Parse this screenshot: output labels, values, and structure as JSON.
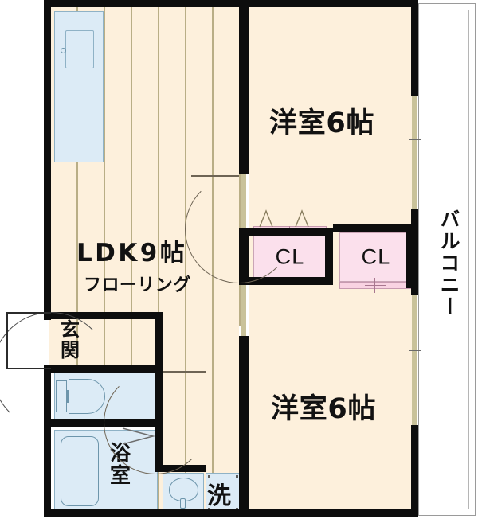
{
  "plan": {
    "type": "japanese-apartment-floor-plan",
    "layout_code": "2LDK",
    "colors": {
      "wall": "#0d0d0d",
      "room_floor": "#fdf0dc",
      "water_fixture": "#dcebf6",
      "closet": "#fbe0ec",
      "balcony": "#ffffff",
      "thin_wall": "#c9c29a",
      "text": "#121212"
    }
  },
  "rooms": {
    "ldk": {
      "name": "LDK9帖",
      "flooring": "フローリング"
    },
    "bedroom_top": {
      "name": "洋室6帖"
    },
    "bedroom_bottom": {
      "name": "洋室6帖"
    },
    "entrance": {
      "name": "玄関"
    },
    "bathroom": {
      "name": "浴室"
    },
    "washer": {
      "name": "洗"
    },
    "balcony": {
      "name": "バルコニー"
    }
  },
  "closets": [
    {
      "name": "CL",
      "door_type": "folding"
    },
    {
      "name": "CL",
      "door_type": "sliding"
    }
  ],
  "fixtures": [
    {
      "name": "kitchen-sink-counter"
    },
    {
      "name": "toilet"
    },
    {
      "name": "bathtub"
    },
    {
      "name": "vanity-basin"
    },
    {
      "name": "washing-machine-pan"
    }
  ]
}
